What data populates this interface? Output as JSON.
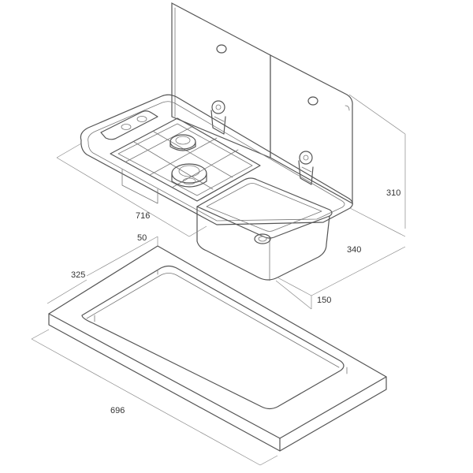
{
  "dimensions": {
    "overall_width": "716",
    "depth": "340",
    "lid_height": "310",
    "bowl_depth": "150",
    "cutout_width": "696",
    "cutout_depth": "325",
    "frame_border": "50"
  },
  "colors": {
    "outline": "#555555",
    "dimension_line": "#8a8a8a",
    "text": "#333333",
    "background": "#ffffff"
  }
}
